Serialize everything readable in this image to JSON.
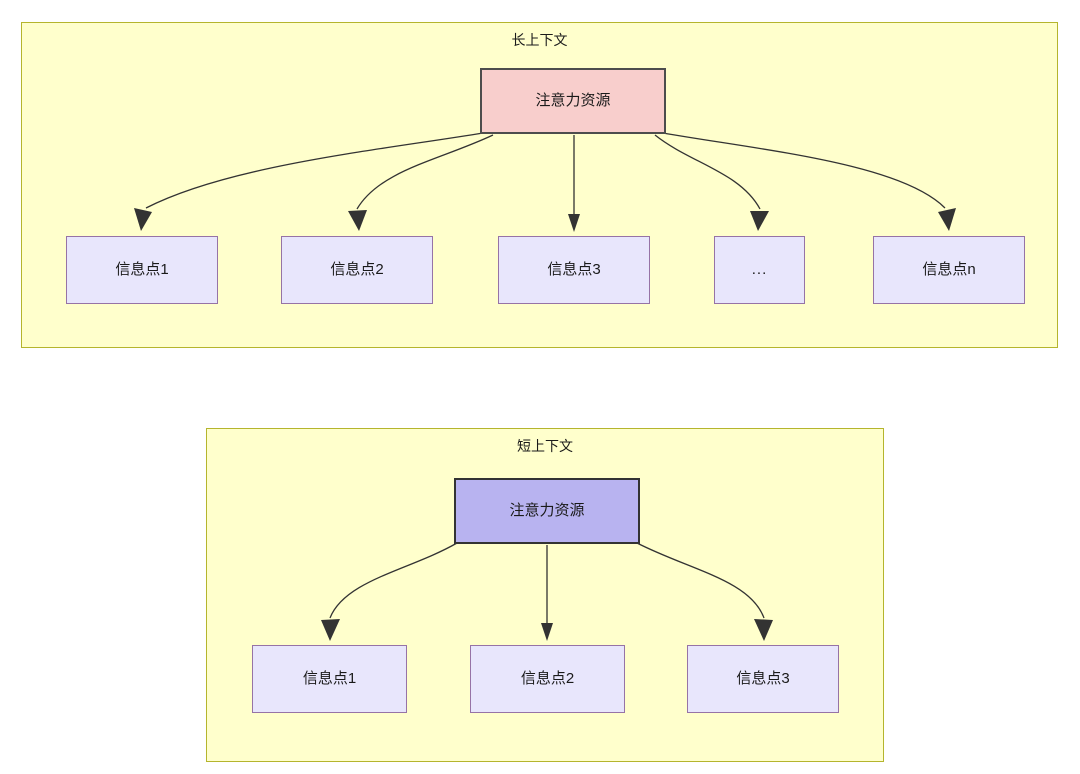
{
  "diagram": {
    "title_long": "长上下文",
    "title_short": "短上下文",
    "colors": {
      "panel_fill": "#ffffcc",
      "panel_stroke": "#b5b52d",
      "attention_long_fill": "#f8cecc",
      "attention_long_stroke": "#4d4d4d",
      "attention_short_fill": "#b8b3f0",
      "attention_short_stroke": "#333333",
      "info_fill": "#e8e6fc",
      "info_stroke": "#9673a6",
      "edge_stroke": "#333333"
    }
  },
  "long_context": {
    "title": "长上下文",
    "attention": {
      "label": "注意力资源"
    },
    "info_points": [
      {
        "label": "信息点1"
      },
      {
        "label": "信息点2"
      },
      {
        "label": "信息点3"
      },
      {
        "label": "..."
      },
      {
        "label": "信息点n"
      }
    ]
  },
  "short_context": {
    "title": "短上下文",
    "attention": {
      "label": "注意力资源"
    },
    "info_points": [
      {
        "label": "信息点1"
      },
      {
        "label": "信息点2"
      },
      {
        "label": "信息点3"
      }
    ]
  }
}
